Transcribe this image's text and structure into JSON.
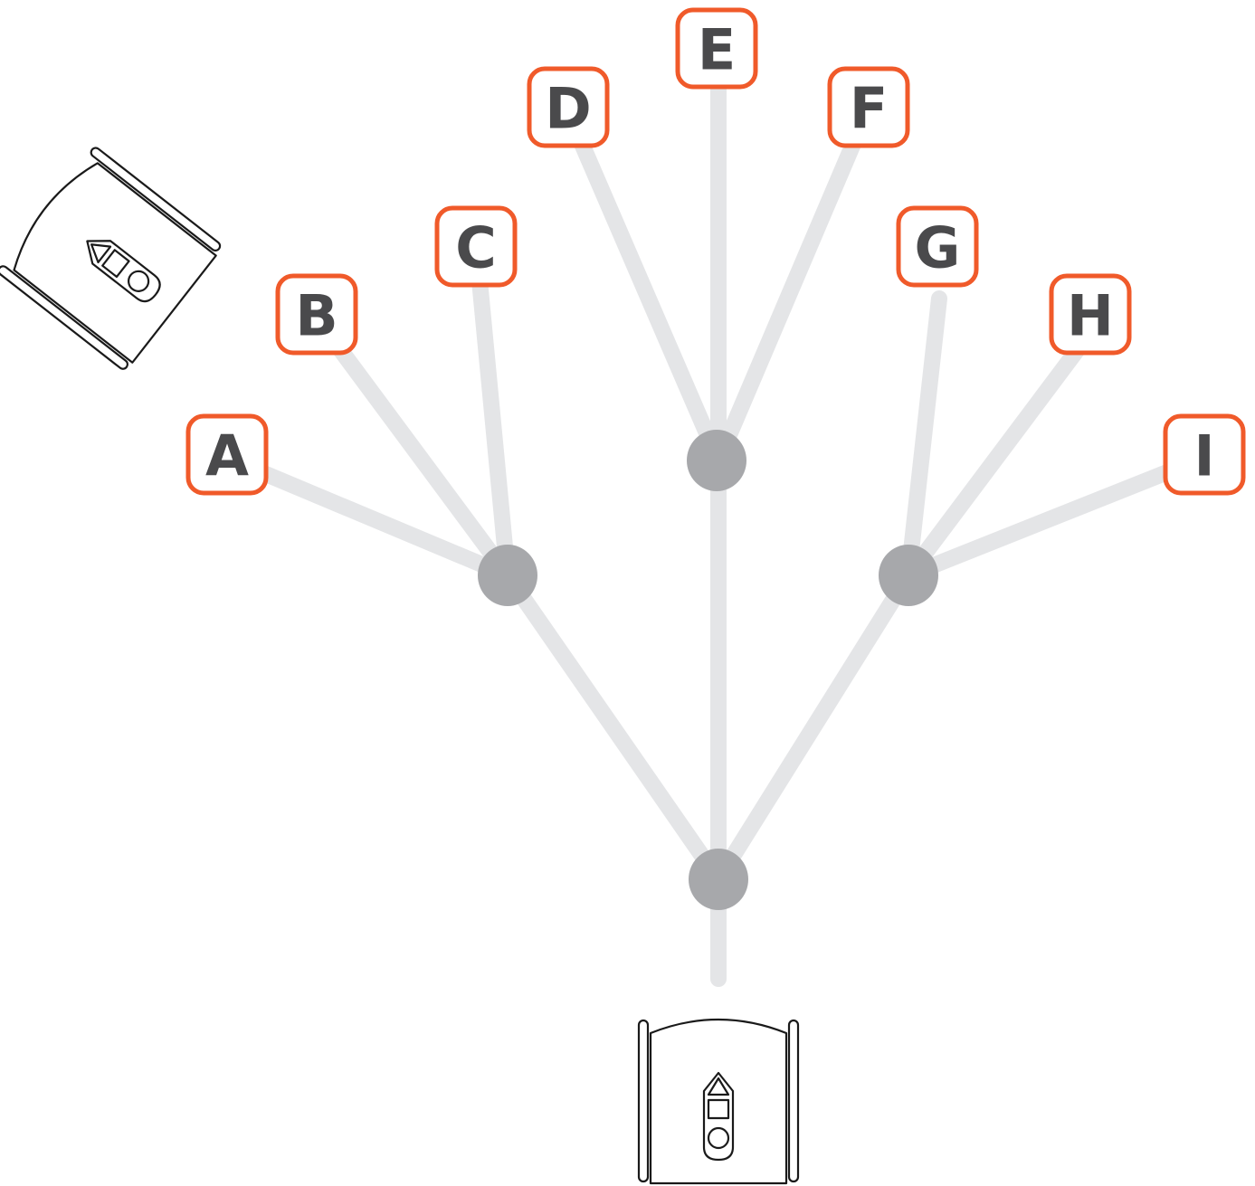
{
  "diagram": {
    "labels": {
      "a": "A",
      "b": "B",
      "c": "C",
      "d": "D",
      "e": "E",
      "f": "F",
      "g": "G",
      "h": "H",
      "i": "I"
    }
  },
  "colors": {
    "label_border": "#f05a2a",
    "label_text": "#4a4a4c",
    "path": "#e4e5e7",
    "junction": "#a7a8ab",
    "robot_outline": "#1a1a1a"
  }
}
